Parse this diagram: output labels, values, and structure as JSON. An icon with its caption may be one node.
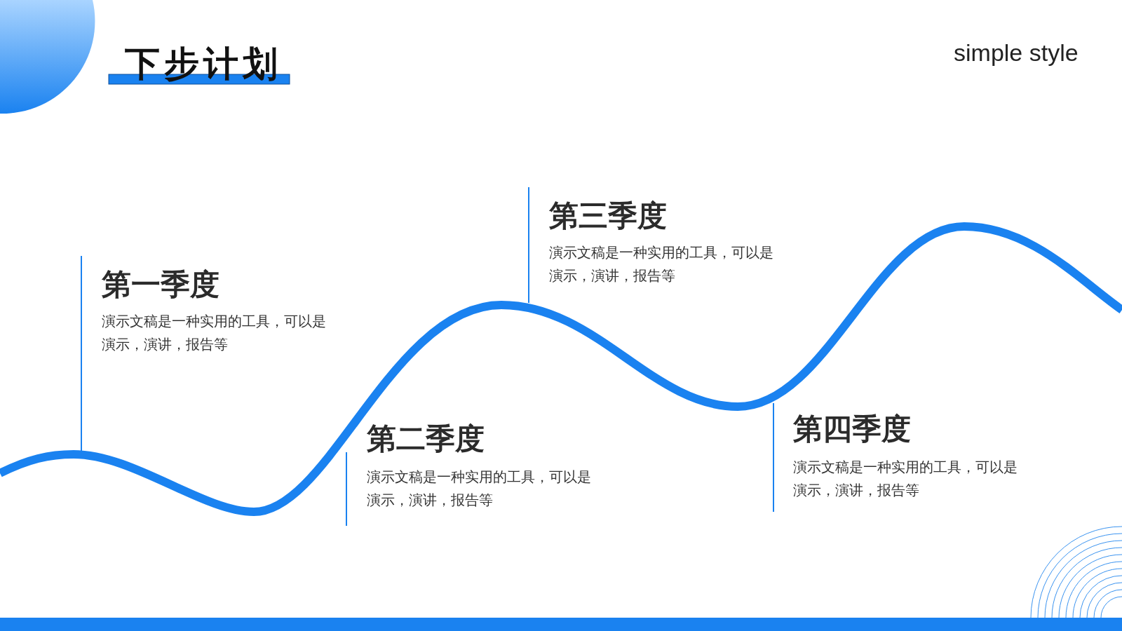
{
  "diagram": {
    "title": "下步计划",
    "labels": [
      "simple style",
      "第一季度",
      "演示文稿是一种实用的工具，可以是演示，演讲，报告等",
      "第二季度",
      "演示文稿是一种实用的工具，可以是演示，演讲，报告等",
      "第三季度",
      "演示文稿是一种实用的工具，可以是演示，演讲，报告等",
      "第四季度",
      "演示文稿是一种实用的工具，可以是演示，演讲，报告等"
    ]
  }
}
